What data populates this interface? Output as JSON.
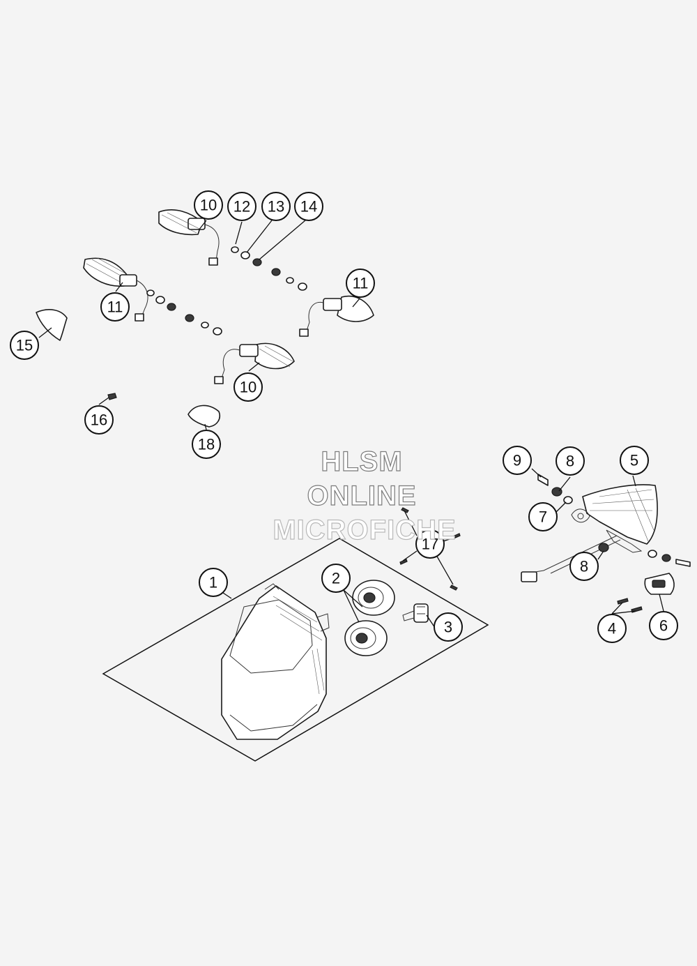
{
  "watermark": {
    "line1": "HLSM",
    "line2": "ONLINE",
    "line3": "MICROFICHE"
  },
  "callouts": {
    "c1": "1",
    "c2": "2",
    "c3": "3",
    "c4": "4",
    "c5": "5",
    "c6": "6",
    "c7": "7",
    "c8a": "8",
    "c8b": "8",
    "c9": "9",
    "c10a": "10",
    "c10b": "10",
    "c11a": "11",
    "c11b": "11",
    "c12": "12",
    "c13": "13",
    "c14": "14",
    "c15": "15",
    "c16": "16",
    "c17": "17",
    "c18": "18"
  },
  "colors": {
    "background": "#f4f4f4",
    "line": "#1a1a1a"
  }
}
